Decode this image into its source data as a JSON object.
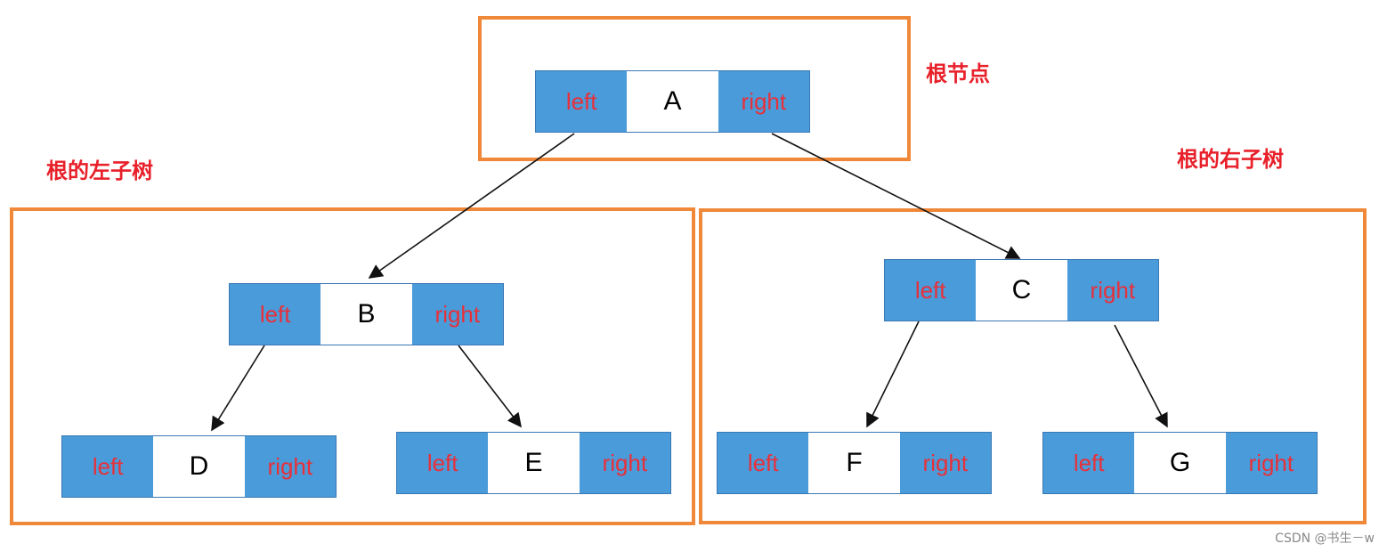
{
  "labels": {
    "root": "根节点",
    "left_subtree": "根的左子树",
    "right_subtree": "根的右子树"
  },
  "pointer_labels": {
    "left": "left",
    "right": "right"
  },
  "nodes": {
    "A": "A",
    "B": "B",
    "C": "C",
    "D": "D",
    "E": "E",
    "F": "F",
    "G": "G"
  },
  "watermark": "CSDN @书生－w",
  "colors": {
    "frame": "#f0883a",
    "label": "#e8202a",
    "node_fill": "#4a9bd9",
    "pointer_text": "#e8303a"
  }
}
